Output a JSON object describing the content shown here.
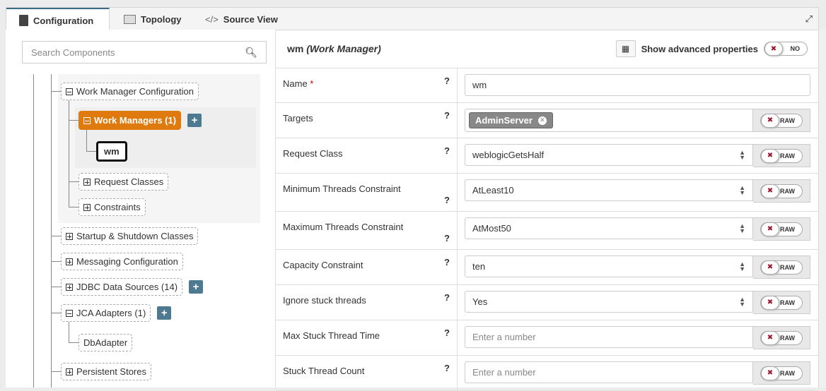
{
  "tabs": [
    {
      "label": "Configuration",
      "icon": "document-icon",
      "active": true
    },
    {
      "label": "Topology",
      "icon": "image-icon"
    },
    {
      "label": "Source View",
      "icon": "code-icon"
    }
  ],
  "expand_icon": "expand-icon",
  "search": {
    "placeholder": "Search Components",
    "icon": "search-icon"
  },
  "tree": {
    "work_manager_configuration": "Work Manager Configuration",
    "work_managers": "Work Managers (1)",
    "wm": "wm",
    "request_classes": "Request Classes",
    "constraints": "Constraints",
    "startup_shutdown": "Startup & Shutdown Classes",
    "messaging": "Messaging Configuration",
    "jdbc": "JDBC Data Sources (14)",
    "jca": "JCA Adapters (1)",
    "dbadapter": "DbAdapter",
    "persistent_stores": "Persistent Stores",
    "add_label": "+"
  },
  "form": {
    "title": "wm",
    "subtitle": "(Work Manager)",
    "advanced_label": "Show advanced properties",
    "advanced_toggle": "NO",
    "toggle_x": "✖",
    "raw_label": "RAW",
    "help": "?",
    "required": "*",
    "rows": [
      {
        "label": "Name",
        "required": true,
        "type": "text",
        "value": "wm"
      },
      {
        "label": "Targets",
        "type": "chips",
        "chips": [
          "AdminServer"
        ],
        "raw": true
      },
      {
        "label": "Request Class",
        "type": "select",
        "value": "weblogicGetsHalf",
        "raw": true
      },
      {
        "label": "Minimum Threads Constraint",
        "type": "select",
        "value": "AtLeast10",
        "raw": true,
        "tall": true
      },
      {
        "label": "Maximum Threads Constraint",
        "type": "select",
        "value": "AtMost50",
        "raw": true,
        "tall": true
      },
      {
        "label": "Capacity Constraint",
        "type": "select",
        "value": "ten",
        "raw": true
      },
      {
        "label": "Ignore stuck threads",
        "type": "select",
        "value": "Yes",
        "raw": true
      },
      {
        "label": "Max Stuck Thread Time",
        "type": "number",
        "placeholder": "Enter a number",
        "raw": true
      },
      {
        "label": "Stuck Thread Count",
        "type": "number",
        "placeholder": "Enter a number",
        "raw": true
      }
    ]
  },
  "colors": {
    "accent": "#de7a0e",
    "add_button": "#4d7a90",
    "tab_border": "#3d6a84",
    "toggle_x": "#a0142c"
  }
}
